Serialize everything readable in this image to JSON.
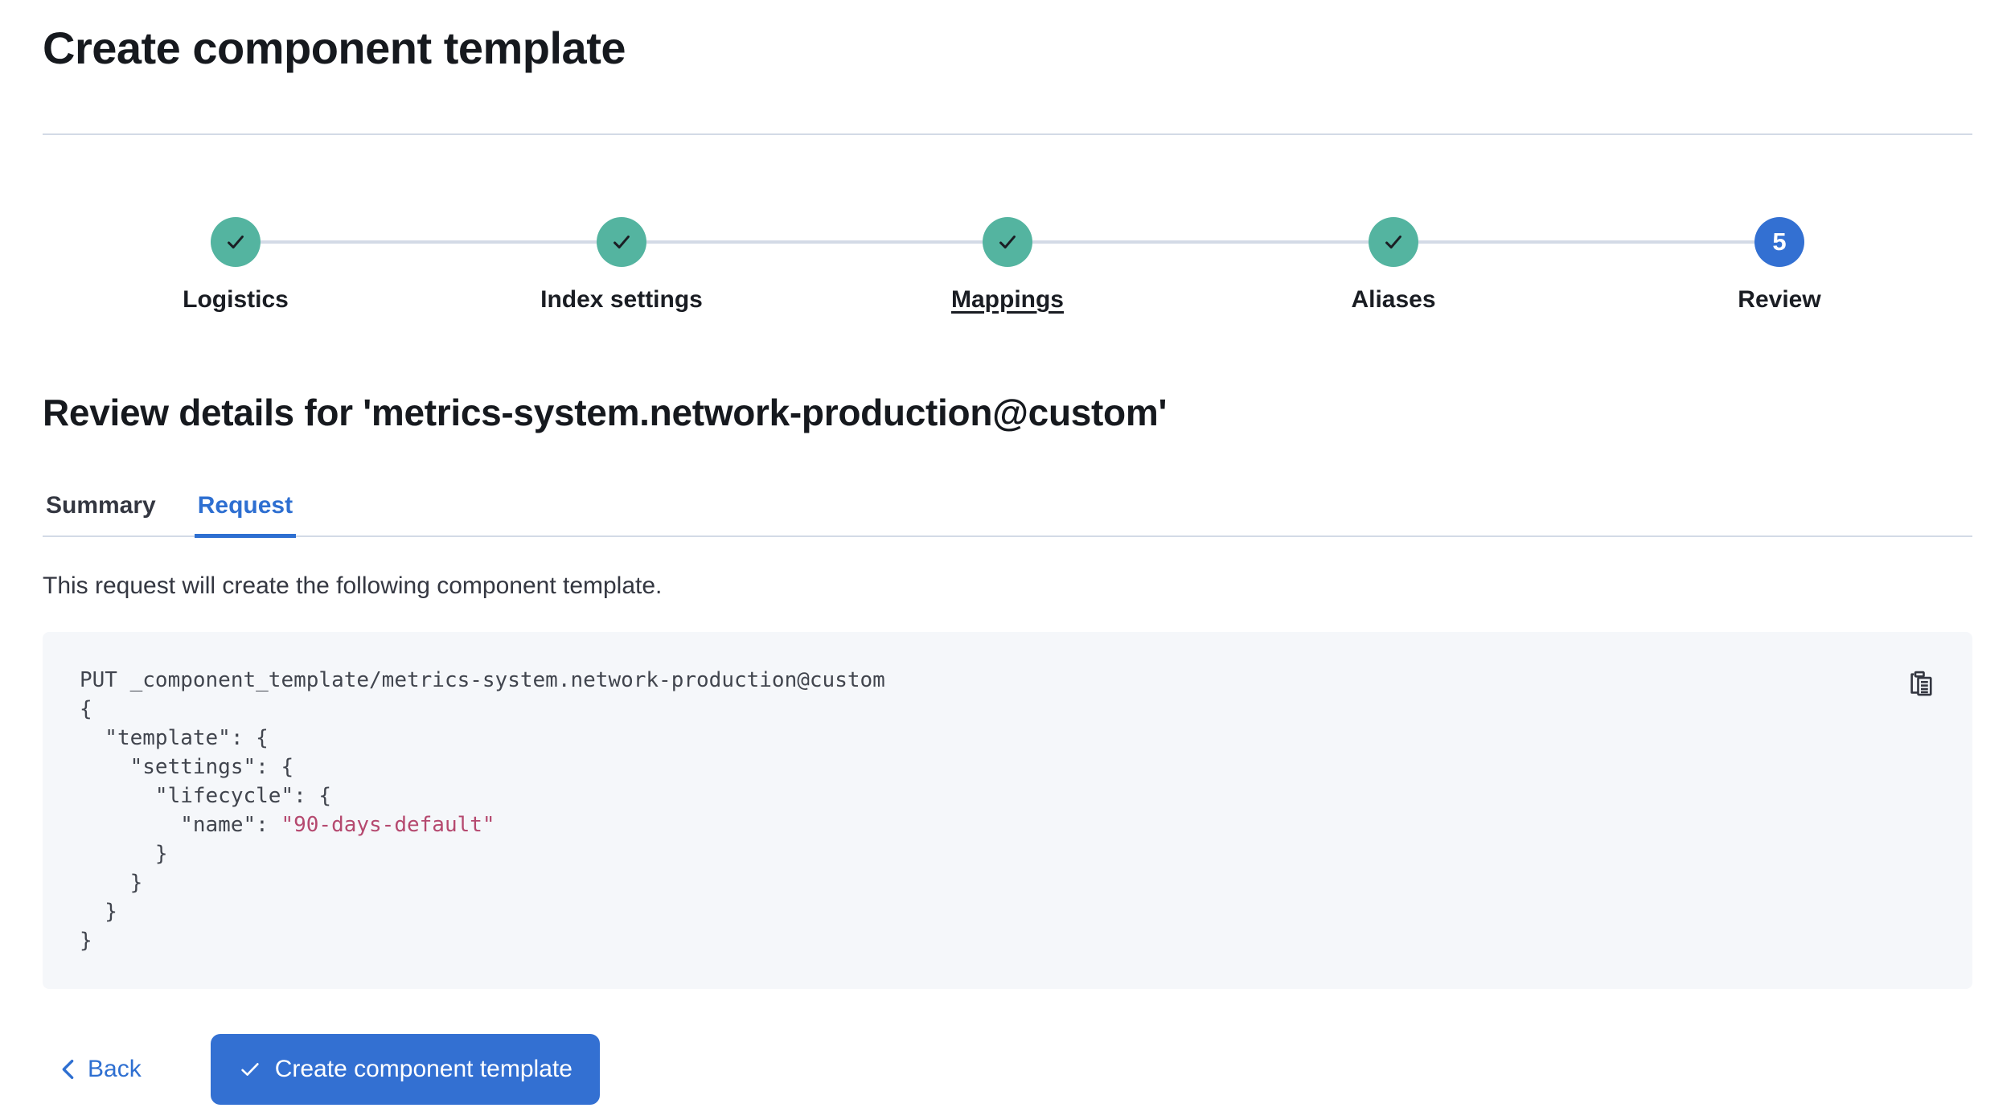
{
  "page": {
    "title": "Create component template"
  },
  "stepper": {
    "steps": [
      {
        "label": "Logistics",
        "status": "complete",
        "icon": "check-icon"
      },
      {
        "label": "Index settings",
        "status": "complete",
        "icon": "check-icon"
      },
      {
        "label": "Mappings",
        "status": "complete",
        "icon": "check-icon"
      },
      {
        "label": "Aliases",
        "status": "complete",
        "icon": "check-icon"
      },
      {
        "label": "Review",
        "status": "current",
        "number": "5"
      }
    ]
  },
  "review": {
    "heading": "Review details for 'metrics-system.network-production@custom'",
    "tabs": [
      {
        "label": "Summary",
        "active": false
      },
      {
        "label": "Request",
        "active": true
      }
    ],
    "description": "This request will create the following component template."
  },
  "code_block": {
    "lines_before": [
      "PUT _component_template/metrics-system.network-production@custom",
      "{",
      "  \"template\": {",
      "    \"settings\": {",
      "      \"lifecycle\": {"
    ],
    "name_prefix": "        \"name\": ",
    "name_value": "\"90-days-default\"",
    "lines_after": [
      "      }",
      "    }",
      "  }",
      "}"
    ],
    "copy_icon": "copy-clipboard-icon"
  },
  "footer": {
    "back_label": "Back",
    "create_label": "Create component template",
    "create_icon": "check-icon",
    "back_icon": "chevron-left-icon"
  },
  "colors": {
    "accent_blue": "#3370d2",
    "link_blue": "#2e6fd1",
    "success_teal": "#54b4a0",
    "divider_gray": "#d3dae6",
    "code_background": "#f5f7fa",
    "code_string_pink": "#b5496f",
    "heading_text": "#16191e"
  }
}
